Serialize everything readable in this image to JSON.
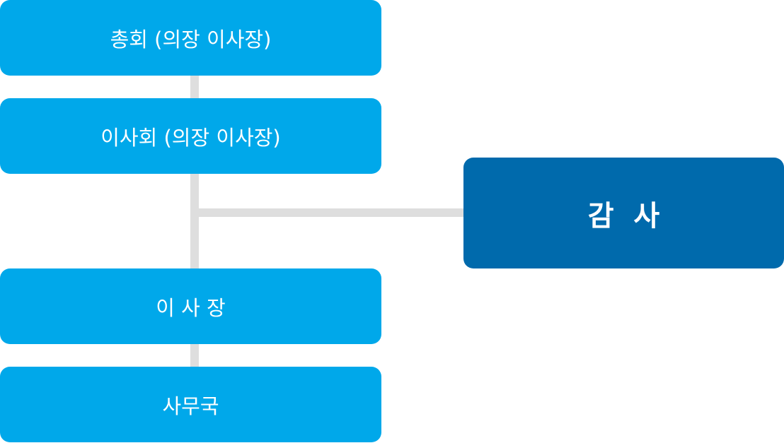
{
  "org_chart": {
    "general_assembly": "총회 (의장 이사장)",
    "board_of_directors": "이사회 (의장 이사장)",
    "chairman": "이 사 장",
    "secretariat": "사무국",
    "auditor": "감  사"
  },
  "colors": {
    "primary_box": "#00a8ea",
    "auditor_box": "#006aac",
    "connector": "#dedede",
    "text": "#ffffff"
  }
}
